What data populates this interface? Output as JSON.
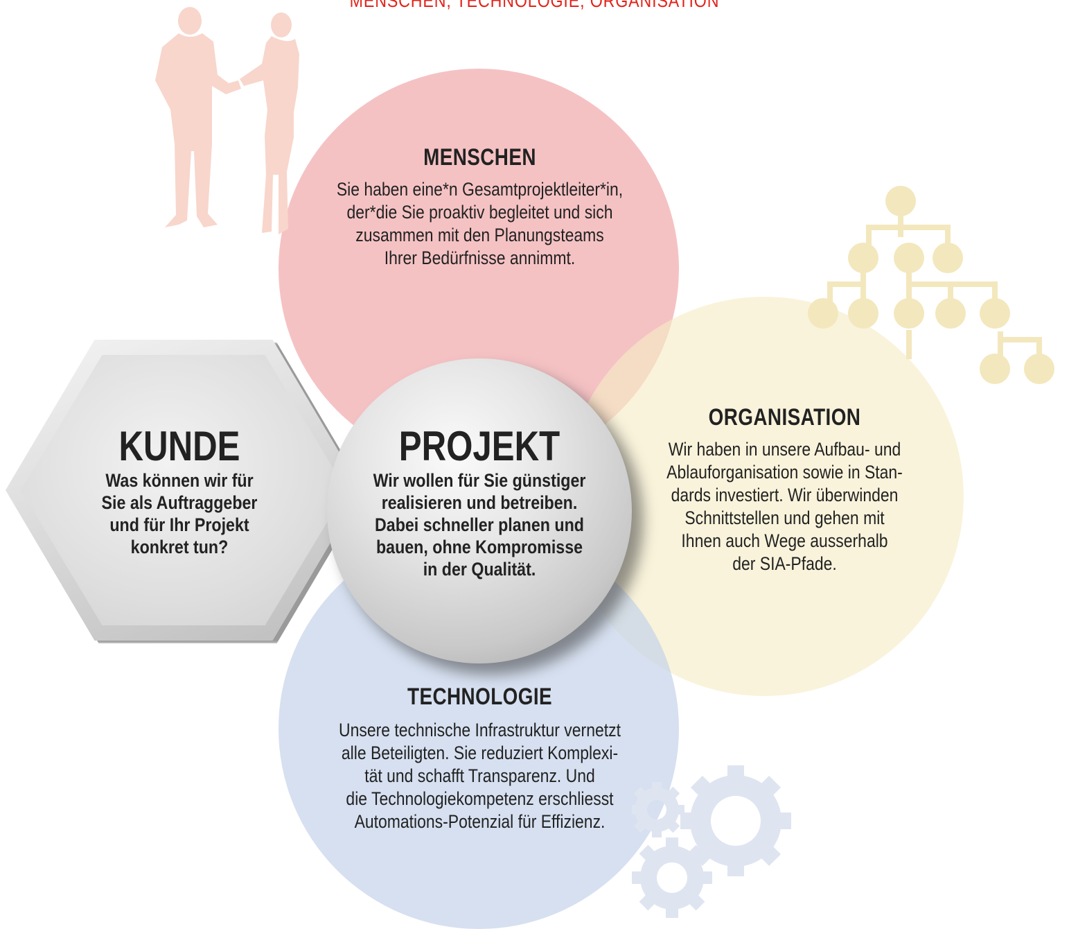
{
  "top_title": "MENSCHEN, TECHNOLOGIE, ORGANISATION",
  "menschen": {
    "heading": "MENSCHEN",
    "lines": [
      "Sie haben eine*n Gesamtprojektleiter*in,",
      "der*die Sie proaktiv begleitet und sich",
      "zusammen mit den Planungsteams",
      "Ihrer Bedürfnisse annimmt."
    ]
  },
  "organisation": {
    "heading": "ORGANISATION",
    "lines": [
      "Wir haben in unsere Aufbau- und",
      "Ablauforganisation sowie in Stan-",
      "dards investiert. Wir überwinden",
      "Schnittstellen und gehen mit",
      "Ihnen auch Wege ausserhalb",
      "der SIA-Pfade."
    ]
  },
  "technologie": {
    "heading": "TECHNOLOGIE",
    "lines": [
      "Unsere technische Infrastruktur vernetzt",
      "alle Beteiligten. Sie reduziert Komplexi-",
      "tät und schafft Transparenz. Und",
      "die Technologiekompetenz erschliesst",
      "Automations-Potenzial für Effizienz."
    ]
  },
  "kunde": {
    "heading": "KUNDE",
    "lines": [
      "Was können wir für",
      "Sie als Auftraggeber",
      "und für Ihr Projekt",
      "konkret tun?"
    ]
  },
  "projekt": {
    "heading": "PROJEKT",
    "lines": [
      "Wir wollen für Sie günstiger",
      "realisieren und betreiben.",
      "Dabei schneller planen und",
      "bauen, ohne Kompromisse",
      "in der Qualität."
    ]
  },
  "colors": {
    "title_red": "#e2231a",
    "menschen_pink": "#f5c2c4",
    "organisation_yellow": "#f6ecc5",
    "technologie_blue": "#c4d3e9",
    "people_silhouette": "#f8d6cc",
    "org_chart_icon": "#f3e7bd",
    "gear_icon": "#dfe4f1"
  },
  "icons": [
    "handshake-people-silhouette",
    "org-chart-icon",
    "gears-icon"
  ]
}
